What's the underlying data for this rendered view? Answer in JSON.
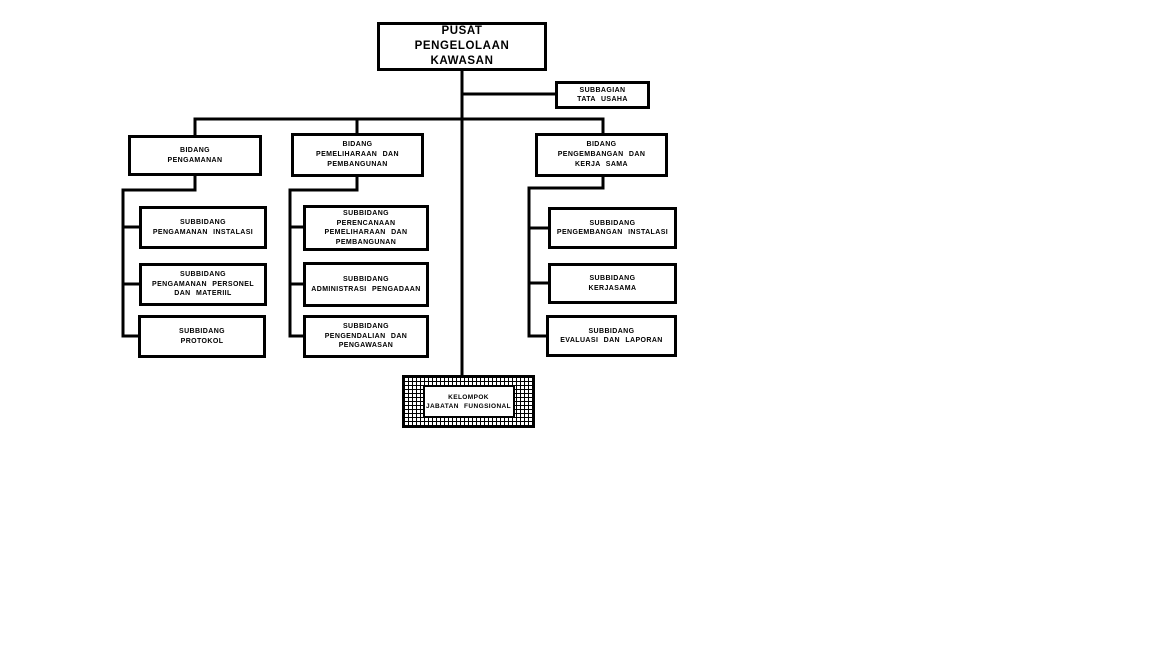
{
  "page": {
    "background_color": "#ffffff",
    "ink_color": "#000000"
  },
  "org_chart": {
    "type": "org-tree",
    "root": {
      "id": "pusat-pengelolaan-kawasan",
      "label": "PUSAT\nPENGELOLAAN KAWASAN"
    },
    "staff_unit": {
      "id": "subbagian-tata-usaha",
      "label": "SUBBAGIAN\nTATA USAHA"
    },
    "branches": [
      {
        "id": "bidang-pengamanan",
        "label": "BIDANG\nPENGAMANAN",
        "children": [
          {
            "id": "subbidang-pengamanan-instalasi",
            "label": "SUBBIDANG\nPENGAMANAN INSTALASI"
          },
          {
            "id": "subbidang-pengamanan-personel-dan-materiil",
            "label": "SUBBIDANG\nPENGAMANAN PERSONEL\nDAN MATERIIL"
          },
          {
            "id": "subbidang-protokol",
            "label": "SUBBIDANG\nPROTOKOL"
          }
        ]
      },
      {
        "id": "bidang-pemeliharaan-dan-pembangunan",
        "label": "BIDANG\nPEMELIHARAAN DAN\nPEMBANGUNAN",
        "children": [
          {
            "id": "subbidang-perencanaan-pemeliharaan-dan-pembangunan",
            "label": "SUBBIDANG\nPERENCANAAN\nPEMELIHARAAN DAN\nPEMBANGUNAN"
          },
          {
            "id": "subbidang-administrasi-pengadaan",
            "label": "SUBBIDANG\nADMINISTRASI PENGADAAN"
          },
          {
            "id": "subbidang-pengendalian-dan-pengawasan",
            "label": "SUBBIDANG\nPENGENDALIAN DAN\nPENGAWASAN"
          }
        ]
      },
      {
        "id": "bidang-pengembangan-dan-kerja-sama",
        "label": "BIDANG\nPENGEMBANGAN DAN\nKERJA SAMA",
        "children": [
          {
            "id": "subbidang-pengembangan-instalasi",
            "label": "SUBBIDANG\nPENGEMBANGAN INSTALASI"
          },
          {
            "id": "subbidang-kerjasama",
            "label": "SUBBIDANG\nKERJASAMA"
          },
          {
            "id": "subbidang-evaluasi-dan-laporan",
            "label": "SUBBIDANG\nEVALUASI DAN LAPORAN"
          }
        ]
      }
    ],
    "functional_group": {
      "id": "kelompok-jabatan-fungsional",
      "label": "KELOMPOK\nJABATAN FUNGSIONAL"
    }
  }
}
